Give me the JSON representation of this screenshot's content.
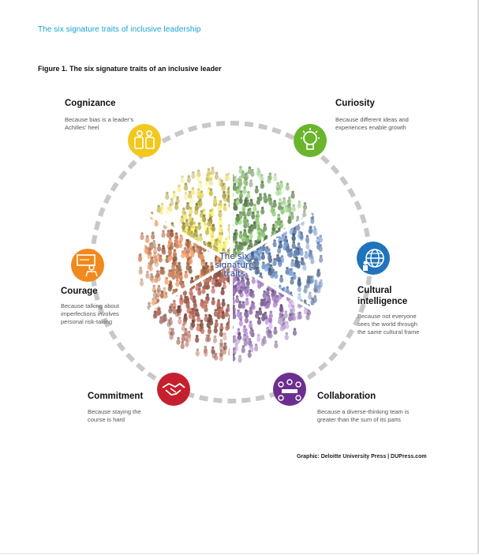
{
  "header": {
    "title": "The six signature traits of inclusive leadership"
  },
  "figure": {
    "title": "Figure 1. The six signature traits of an inclusive leader"
  },
  "center": {
    "line1": "The six",
    "line2": "signature",
    "line3": "traits"
  },
  "traits": [
    {
      "id": "cognizance",
      "name": "Cognizance",
      "desc1": "Because bias is a leader’s",
      "desc2": "Achilles’ heel",
      "desc3": "",
      "color": "#f2c81c",
      "icon": "people-icon"
    },
    {
      "id": "curiosity",
      "name": "Curiosity",
      "desc1": "Because different ideas and",
      "desc2": "experiences enable growth",
      "desc3": "",
      "color": "#6ab52c",
      "icon": "lightbulb-icon"
    },
    {
      "id": "cultural",
      "name": "Cultural",
      "name2": "intelligence",
      "desc1": "Because not everyone",
      "desc2": "sees the world through",
      "desc3": "the same cultural frame",
      "color": "#1f74bc",
      "icon": "globe-icon"
    },
    {
      "id": "collaboration",
      "name": "Collaboration",
      "desc1": "Because a diverse-thinking team is",
      "desc2": "greater than the sum of its parts",
      "desc3": "",
      "color": "#6d2f8f",
      "icon": "meeting-icon"
    },
    {
      "id": "commitment",
      "name": "Commitment",
      "desc1": "Because staying the",
      "desc2": "course is hard",
      "desc3": "",
      "color": "#c5202f",
      "icon": "handshake-icon"
    },
    {
      "id": "courage",
      "name": "Courage",
      "desc1": "Because talking about",
      "desc2": "imperfections involves",
      "desc3": "personal risk-taking",
      "color": "#f08a1c",
      "icon": "presenter-icon"
    }
  ],
  "sector_colors": {
    "cognizance": "#e8d86a",
    "curiosity": "#7fae6a",
    "cultural": "#6f8fbf",
    "collaboration": "#9c7ab8",
    "commitment": "#b06a5a",
    "courage": "#c9825a"
  },
  "credit": "Graphic: Deloitte University Press  |  DUPress.com"
}
